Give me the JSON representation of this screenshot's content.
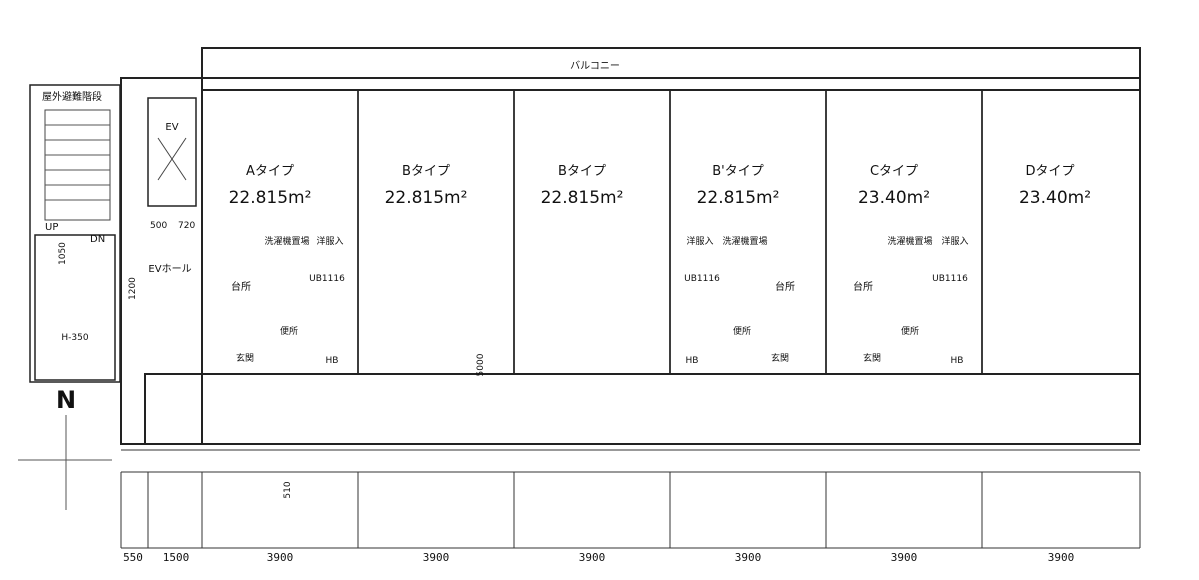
{
  "labels": {
    "balcony": "バルコニー",
    "outdoor_stairs": "屋外避難階段",
    "elevator": "EV",
    "ev_hall": "EVホール",
    "up": "UP",
    "dn": "DN",
    "hall_dim": "1050",
    "north": "N",
    "stair_note": "H-350",
    "ev_dim_1": "500",
    "ev_dim_2": "720",
    "stair_dim": "1200",
    "corridor_dim": "5000",
    "room_depth_dim": "510"
  },
  "units": [
    {
      "type": "Aタイプ",
      "area": "22.815m²",
      "kitchen": "台所",
      "bath": "UB1116",
      "toilet": "便所",
      "entrance": "玄関",
      "hb": "HB",
      "closet": "洋服入",
      "washer": "洗濯機置場"
    },
    {
      "type": "Bタイプ",
      "area": "22.815m²",
      "kitchen": "",
      "bath": "",
      "toilet": "",
      "entrance": "",
      "hb": "",
      "closet": "",
      "washer": ""
    },
    {
      "type": "Bタイプ",
      "area": "22.815m²",
      "kitchen": "",
      "bath": "",
      "toilet": "",
      "entrance": "",
      "hb": "",
      "closet": "",
      "washer": ""
    },
    {
      "type": "B'タイプ",
      "area": "22.815m²",
      "kitchen": "台所",
      "bath": "UB1116",
      "toilet": "便所",
      "entrance": "玄関",
      "hb": "HB",
      "closet": "洋服入",
      "washer": "洗濯機置場"
    },
    {
      "type": "Cタイプ",
      "area": "23.40m²",
      "kitchen": "台所",
      "bath": "UB1116",
      "toilet": "便所",
      "entrance": "玄関",
      "hb": "HB",
      "closet": "洋服入",
      "washer": "洗濯機置場"
    },
    {
      "type": "Dタイプ",
      "area": "23.40m²",
      "kitchen": "",
      "bath": "",
      "toilet": "",
      "entrance": "",
      "hb": "",
      "closet": "",
      "washer": ""
    }
  ],
  "bottom_dims": [
    "550",
    "1500",
    "3900",
    "3900",
    "3900",
    "3900",
    "3900",
    "3900"
  ]
}
